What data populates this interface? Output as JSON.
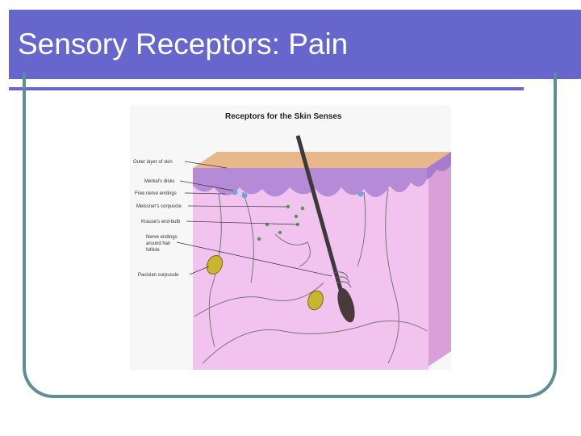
{
  "slide": {
    "title": "Sensory Receptors: Pain"
  },
  "figure": {
    "title": "Receptors for the Skin Senses",
    "labels": [
      "Outer layer of skin",
      "Merkel's disks",
      "Free nerve endings",
      "Meissner's corpuscle",
      "Krause's end-bulb",
      "Nerve endings",
      "around hair",
      "follicle",
      "Pacinian corpuscle"
    ]
  },
  "colors": {
    "title_bar": "#6666cc",
    "frame": "#5f8f96",
    "skin_surface": "#e8b88a",
    "epidermis": "#b58ad6",
    "dermis": "#f2c3ee"
  }
}
